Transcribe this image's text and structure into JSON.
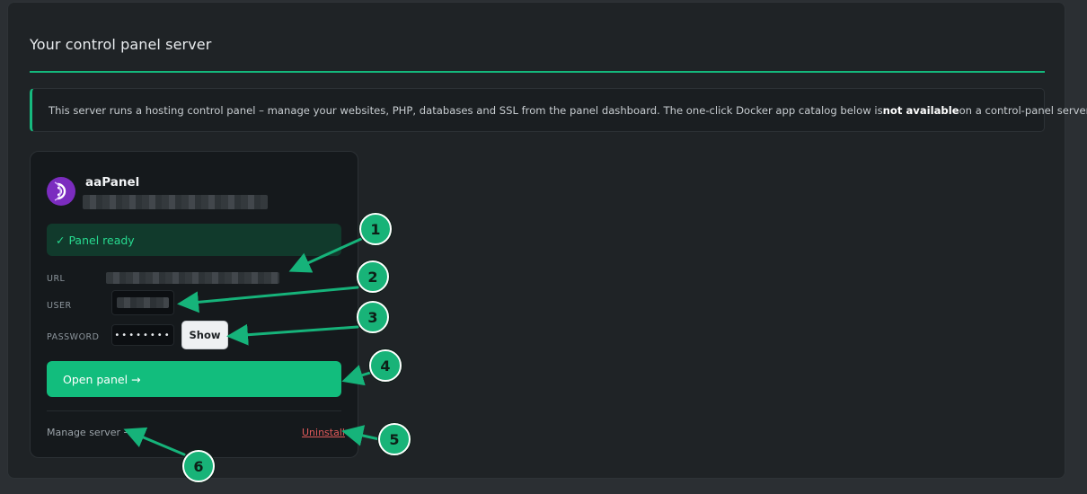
{
  "header": {
    "title": "Your control panel server"
  },
  "notice": {
    "text_before": "This server runs a hosting control panel – manage your websites, PHP, databases and SSL from the panel dashboard. The one-click Docker app catalog below is ",
    "text_bold": "not available",
    "text_after": " on a control-panel server."
  },
  "app": {
    "name": "aaPanel",
    "status": "✓ Panel ready",
    "url_label": "URL",
    "user_label": "USER",
    "password_label": "PASSWORD",
    "password_mask": "••••••••",
    "show_label": "Show",
    "open_label": "Open panel →",
    "manage_label": "Manage server →",
    "uninstall_label": "Uninstall"
  },
  "annotations": [
    "1",
    "2",
    "3",
    "4",
    "5",
    "6"
  ],
  "colors": {
    "accent": "#12bd7d",
    "danger": "#e05a5a",
    "background": "#1f2326",
    "logo": "#7b2cbf"
  }
}
